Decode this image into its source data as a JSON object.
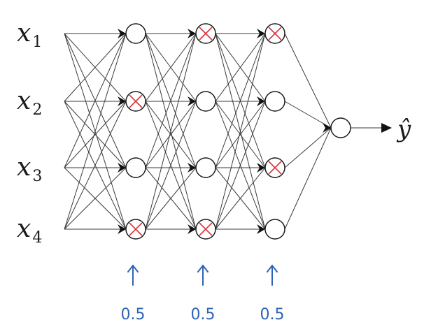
{
  "inputs": [
    {
      "base": "x",
      "sub": "1"
    },
    {
      "base": "x",
      "sub": "2"
    },
    {
      "base": "x",
      "sub": "3"
    },
    {
      "base": "x",
      "sub": "4"
    }
  ],
  "output": {
    "label": "ŷ"
  },
  "hidden_layers": [
    {
      "keep_prob": "0.5",
      "dropped": [
        false,
        true,
        false,
        true
      ]
    },
    {
      "keep_prob": "0.5",
      "dropped": [
        true,
        false,
        false,
        true
      ]
    },
    {
      "keep_prob": "0.5",
      "dropped": [
        true,
        false,
        true,
        false
      ]
    }
  ],
  "colors": {
    "line": "#3a3a3a",
    "node_stroke": "#1a1a1a",
    "cross": "#d9363e",
    "annotation": "#2f63b7"
  }
}
